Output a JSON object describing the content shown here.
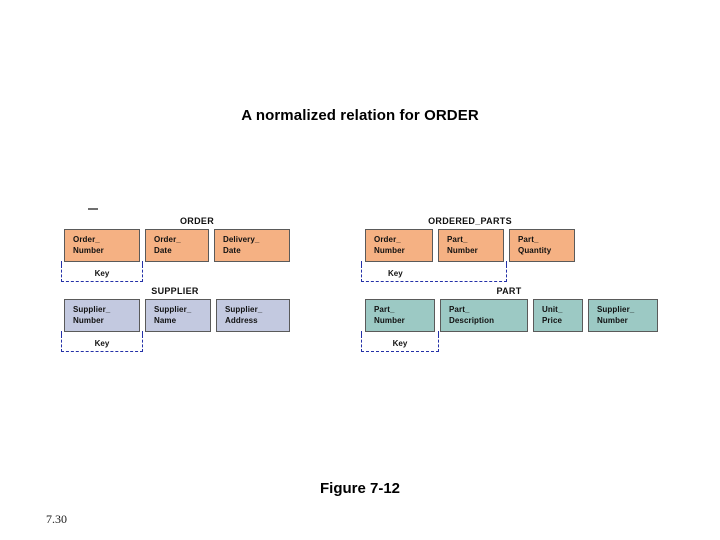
{
  "slide": {
    "title": "A normalized relation for ORDER",
    "figure_caption": "Figure 7-12",
    "page_number": "7.30"
  },
  "diagram": {
    "key_label": "Key",
    "colors": {
      "order_fill": "#f5b183",
      "ordered_parts_fill": "#f5b183",
      "supplier_fill": "#c3c9e0",
      "part_fill": "#9cc9c4",
      "box_border": "#5a5a5a",
      "key_border": "#2330a8",
      "background": "#ffffff"
    },
    "relations": [
      {
        "name": "ORDER",
        "attributes": [
          {
            "line1": "Order_",
            "line2": "Number"
          },
          {
            "line1": "Order_",
            "line2": "Date"
          },
          {
            "line1": "Delivery_",
            "line2": "Date"
          }
        ],
        "key_attributes": [
          "Order_Number"
        ]
      },
      {
        "name": "ORDERED_PARTS",
        "attributes": [
          {
            "line1": "Order_",
            "line2": "Number"
          },
          {
            "line1": "Part_",
            "line2": "Number"
          },
          {
            "line1": "Part_",
            "line2": "Quantity"
          }
        ],
        "key_attributes": [
          "Order_Number",
          "Part_Number"
        ]
      },
      {
        "name": "SUPPLIER",
        "attributes": [
          {
            "line1": "Supplier_",
            "line2": "Number"
          },
          {
            "line1": "Supplier_",
            "line2": "Name"
          },
          {
            "line1": "Supplier_",
            "line2": "Address"
          }
        ],
        "key_attributes": [
          "Supplier_Number"
        ]
      },
      {
        "name": "PART",
        "attributes": [
          {
            "line1": "Part_",
            "line2": "Number"
          },
          {
            "line1": "Part_",
            "line2": "Description"
          },
          {
            "line1": "Unit_",
            "line2": "Price"
          },
          {
            "line1": "Supplier_",
            "line2": "Number"
          }
        ],
        "key_attributes": [
          "Part_Number"
        ]
      }
    ]
  }
}
